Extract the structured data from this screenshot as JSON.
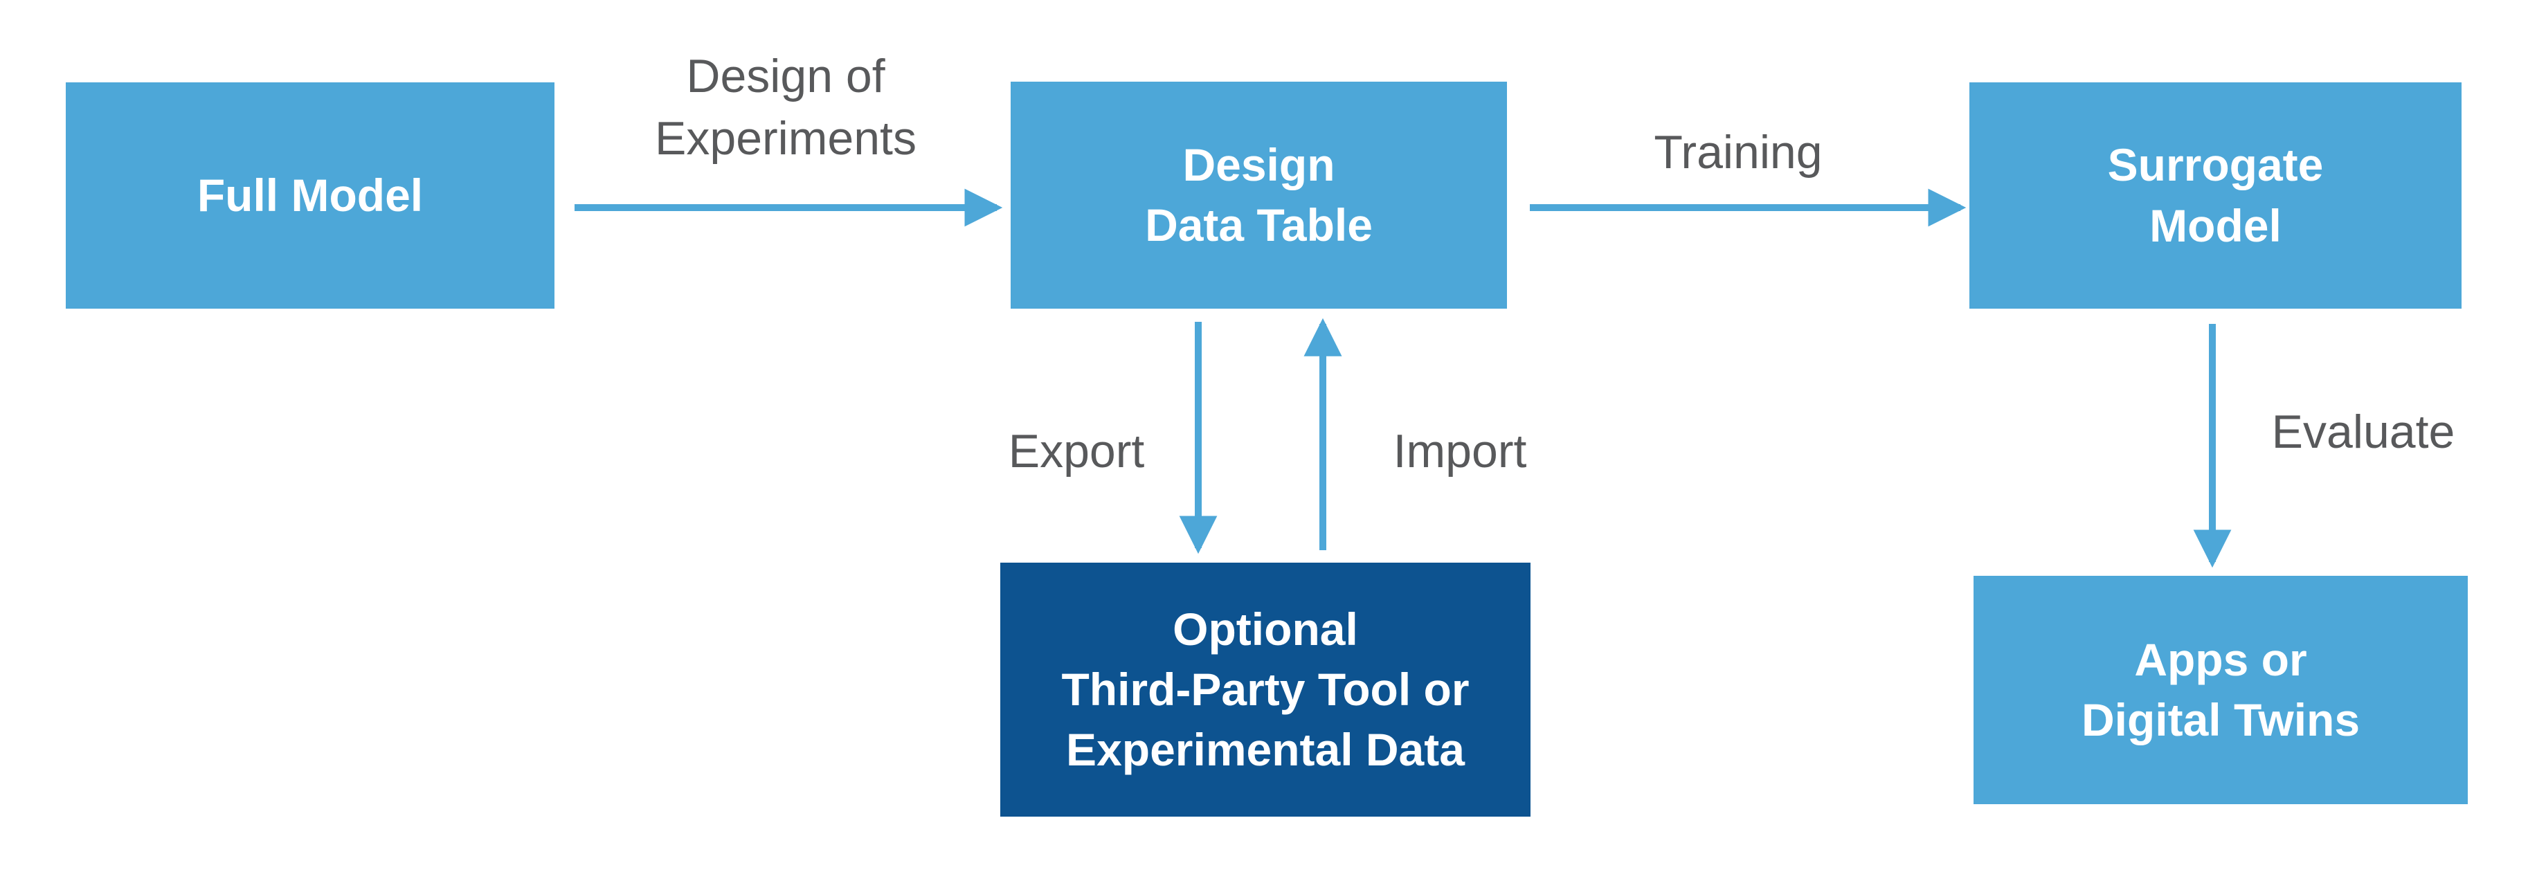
{
  "colors": {
    "light_blue": "#4DA7D8",
    "dark_blue": "#0D5390",
    "arrow_blue": "#4DA7D8",
    "label_gray": "#58595B",
    "node_text": "#FFFFFF",
    "background": "#FFFFFF"
  },
  "nodes": {
    "full_model": {
      "label": "Full Model"
    },
    "design_data_table": {
      "label": "Design\nData Table"
    },
    "surrogate_model": {
      "label": "Surrogate\nModel"
    },
    "third_party": {
      "label": "Optional\nThird-Party Tool or\nExperimental Data"
    },
    "apps": {
      "label": "Apps or\nDigital Twins"
    }
  },
  "edges": {
    "design_of_experiments": {
      "label": "Design of\nExperiments"
    },
    "training": {
      "label": "Training"
    },
    "export": {
      "label": "Export"
    },
    "import": {
      "label": "Import"
    },
    "evaluate": {
      "label": "Evaluate"
    }
  }
}
